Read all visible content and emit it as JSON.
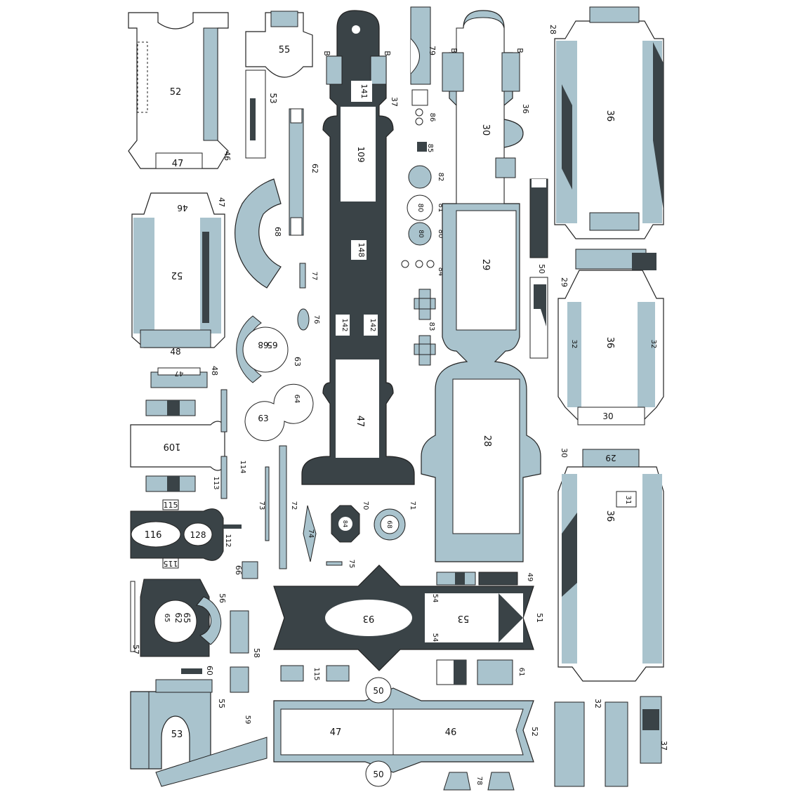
{
  "colors": {
    "blue": "#a9c3cd",
    "dark": "#3a4347",
    "line": "#222222",
    "paper": "#ffffff"
  },
  "labels": {
    "p52a": "52",
    "p47a": "47",
    "p46a": "46",
    "p55": "55",
    "p53a": "53",
    "p141": "141",
    "p109a": "109",
    "p148": "148",
    "p142a": "142",
    "p142b": "142",
    "p47c": "47",
    "pB1": "B",
    "pB2": "B",
    "pB3": "B",
    "pB4": "B",
    "p37": "37",
    "p79": "79",
    "p86": "86",
    "p85": "85",
    "p82": "82",
    "p81": "81",
    "p80a": "80",
    "p80b": "80",
    "p80c": "80",
    "p84a": "84",
    "p83": "83",
    "p30a": "30",
    "p36a": "36",
    "p29a": "29",
    "p28a": "28",
    "p28b": "28",
    "p36b": "36",
    "p46b": "46",
    "p47b": "47",
    "p52b": "52",
    "p48a": "48",
    "p62": "62",
    "p68": "68",
    "p77": "77",
    "p76": "76",
    "p65a": "65",
    "p68b": "68",
    "p63a": "63",
    "p50": "50",
    "p29b": "29",
    "p36c": "36",
    "p30b": "30",
    "p32a": "32",
    "p32b": "32",
    "p47d": "47",
    "p48b": "48",
    "p109b": "109",
    "p114": "114",
    "p113": "113",
    "p63b": "63",
    "p64": "64",
    "p30c": "30",
    "p29c": "29",
    "p36d": "36",
    "p31": "31",
    "p73": "73",
    "p72": "72",
    "p70": "70",
    "p71": "71",
    "p84b": "84",
    "p68c": "68",
    "p74": "74",
    "p75": "75",
    "p115a": "115",
    "p116": "116",
    "p128": "128",
    "p112": "112",
    "p115b": "115",
    "p66": "66",
    "p56": "56",
    "p65b": "65",
    "p62b": "62",
    "p65c": "65",
    "p57": "57",
    "p58": "58",
    "p60": "60",
    "p115c": "115",
    "p93": "93",
    "p53b": "53",
    "p54a": "54",
    "p54b": "54",
    "p51": "51",
    "p49": "49",
    "p61": "61",
    "p55b": "55",
    "p53c": "53",
    "p59": "59",
    "p50b": "50",
    "p50c": "50",
    "p47e": "47",
    "p46c": "46",
    "p52c": "52",
    "p78": "78",
    "p32c": "32",
    "p37b": "37"
  }
}
